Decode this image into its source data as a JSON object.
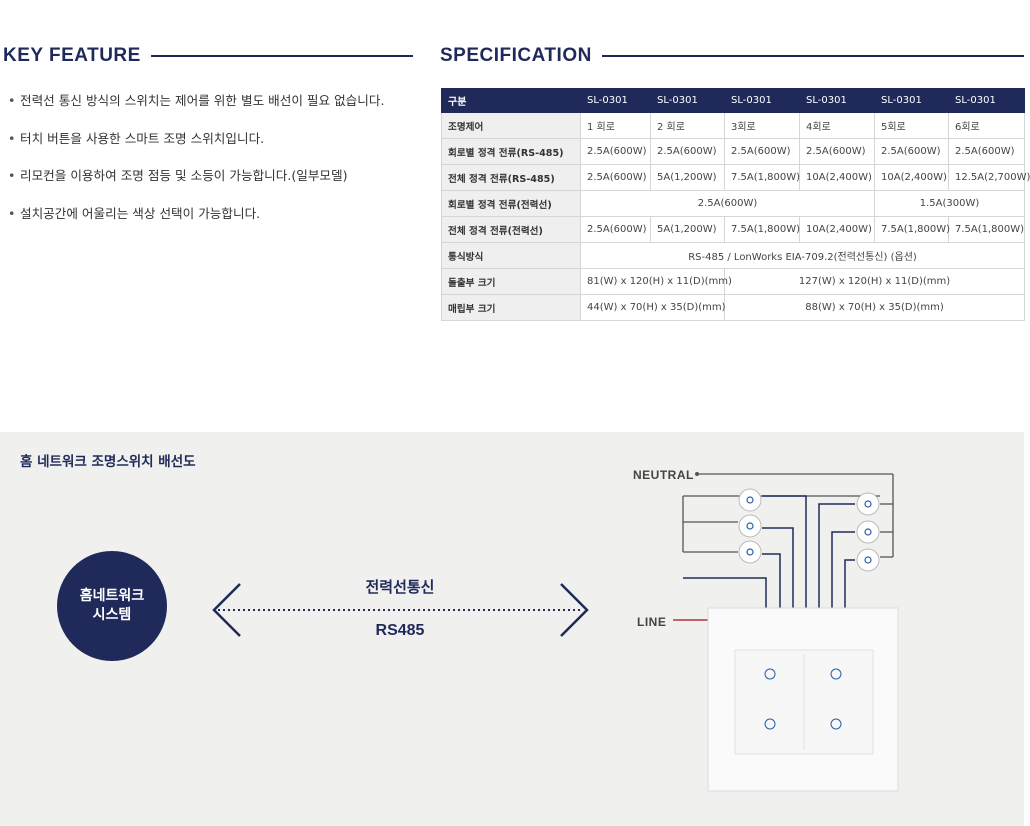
{
  "key_feature": {
    "title": "KEY FEATURE",
    "bullet": "•",
    "items": [
      "전력선 통신 방식의 스위치는 제어를 위한 별도 배선이 필요 없습니다.",
      "터치 버튼을 사용한 스마트 조명 스위치입니다.",
      "리모컨을 이용하여 조명 점등 및 소등이 가능합니다.(일부모델)",
      "설치공간에 어울리는 색상 선택이 가능합니다."
    ]
  },
  "specification": {
    "title": "SPECIFICATION",
    "header": [
      "구분",
      "SL-0301",
      "SL-0301",
      "SL-0301",
      "SL-0301",
      "SL-0301",
      "SL-0301"
    ],
    "rows": {
      "control": {
        "label": "조명제어",
        "cells": [
          "1 회로",
          "2 회로",
          "3회로",
          "4회로",
          "5회로",
          "6회로"
        ]
      },
      "per_circuit_rs485": {
        "label": "회로별 정격 전류(RS-485)",
        "cells": [
          "2.5A(600W)",
          "2.5A(600W)",
          "2.5A(600W)",
          "2.5A(600W)",
          "2.5A(600W)",
          "2.5A(600W)"
        ]
      },
      "total_rs485": {
        "label": "전체 정격 전류(RS-485)",
        "cells": [
          "2.5A(600W)",
          "5A(1,200W)",
          "7.5A(1,800W)",
          "10A(2,400W)",
          "10A(2,400W)",
          "12.5A(2,700W)"
        ]
      },
      "per_circuit_plc": {
        "label": "회로별 정격 전류(전력선)",
        "cells": [
          "2.5A(600W)",
          "1.5A(300W)"
        ]
      },
      "total_plc": {
        "label": "전체 정격 전류(전력선)",
        "cells": [
          "2.5A(600W)",
          "5A(1,200W)",
          "7.5A(1,800W)",
          "10A(2,400W)",
          "7.5A(1,800W)",
          "7.5A(1,800W)"
        ]
      },
      "comm": {
        "label": "통식방식",
        "cells": [
          "RS-485 / LonWorks EIA-709.2(전력선통신) (옵션)"
        ]
      },
      "protrusion": {
        "label": "돌출부 크기",
        "cells": [
          "81(W) x 120(H) x 11(D)(mm)",
          "127(W) x 120(H) x 11(D)(mm)"
        ]
      },
      "embedded": {
        "label": "매립부 크기",
        "cells": [
          "44(W) x 70(H) x 35(D)(mm)",
          "88(W) x 70(H) x 35(D)(mm)"
        ]
      }
    }
  },
  "diagram": {
    "title": "홈 네트워크 조명스위치 배선도",
    "system_line1": "홈네트워크",
    "system_line2": "시스템",
    "link_top": "전력선통신",
    "link_bottom": "RS485",
    "neutral_label": "NEUTRAL",
    "line_label": "LINE",
    "colors": {
      "navy": "#1f2a5a",
      "line_wire": "#b3343a",
      "wire_gray": "#555555"
    }
  }
}
